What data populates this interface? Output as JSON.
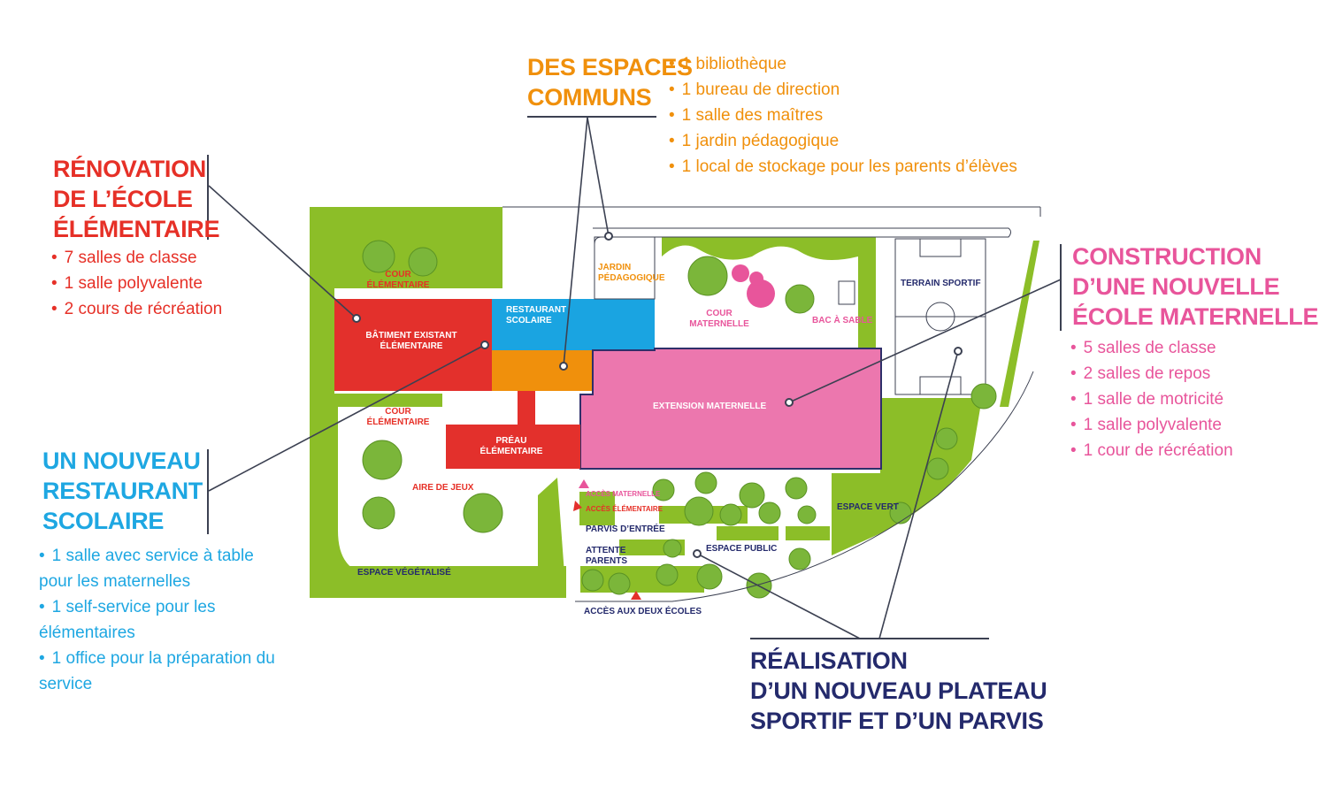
{
  "sections": {
    "renovation": {
      "title": [
        "RÉNOVATION",
        "DE L’ÉCOLE",
        "ÉLÉMENTAIRE"
      ],
      "items": [
        "7 salles de classe",
        "1 salle polyvalente",
        "2 cours de récréation"
      ],
      "color": "#e63027"
    },
    "espaces": {
      "title": [
        "DES ESPACES",
        "COMMUNS"
      ],
      "items": [
        "1 bibliothèque",
        "1 bureau de direction",
        "1 salle des maîtres",
        "1 jardin pédagogique",
        "1 local de stockage pour les parents d’élèves"
      ],
      "color": "#f0900c"
    },
    "construction": {
      "title": [
        "CONSTRUCTION",
        "D’UNE NOUVELLE",
        "ÉCOLE MATERNELLE"
      ],
      "items": [
        "5 salles de classe",
        "2 salles de repos",
        "1 salle de motricité",
        "1 salle polyvalente",
        "1 cour de récréation"
      ],
      "color": "#e8559b"
    },
    "restaurant": {
      "title": [
        "UN NOUVEAU",
        "RESTAURANT",
        "SCOLAIRE"
      ],
      "items": [
        "1 salle avec service à table pour les maternelles",
        "1 self-service  pour les élémentaires",
        "1 office pour la préparation du service"
      ],
      "color": "#1ea7e2"
    },
    "realisation": {
      "title": [
        "RÉALISATION",
        "D’UN NOUVEAU PLATEAU",
        "SPORTIF ET D’UN PARVIS"
      ],
      "color": "#242a6c"
    }
  },
  "map_labels": {
    "cour_elementaire_top": [
      "COUR",
      "ÉLÉMENTAIRE"
    ],
    "batiment": [
      "BÂTIMENT EXISTANT",
      "ÉLÉMENTAIRE"
    ],
    "restaurant": [
      "RESTAURANT",
      "SCOLAIRE"
    ],
    "jardin": [
      "JARDIN",
      "PÉDAGOGIQUE"
    ],
    "cour_maternelle": [
      "COUR",
      "MATERNELLE"
    ],
    "bac_sable": "BAC À SABLE",
    "terrain": "TERRAIN SPORTIF",
    "cour_elementaire_mid": [
      "COUR",
      "ÉLÉMENTAIRE"
    ],
    "extension": "EXTENSION MATERNELLE",
    "preau": [
      "PRÉAU",
      "ÉLÉMENTAIRE"
    ],
    "aire_jeux": "AIRE DE JEUX",
    "acces_maternelle": "ACCÈS MATERNELLE",
    "acces_elementaire": "ACCÈS ÉLÉMENTAIRE",
    "parvis": "PARVIS D’ENTRÉE",
    "attente": [
      "ATTENTE",
      "PARENTS"
    ],
    "espace_public": "ESPACE PUBLIC",
    "espace_vert": "ESPACE  VERT",
    "espace_vegetalise": "ESPACE VÉGÉTALISÉ",
    "acces_deux": "ACCÈS  AUX DEUX ÉCOLES"
  },
  "colors": {
    "green": "#8cbe28",
    "red_building": "#e3302c",
    "restaurant_blue": "#1aa4e1",
    "orange_block": "#f0900c",
    "pink_block": "#ec77ae",
    "tree_green": "#7bb63a",
    "line": "#3c4152"
  }
}
